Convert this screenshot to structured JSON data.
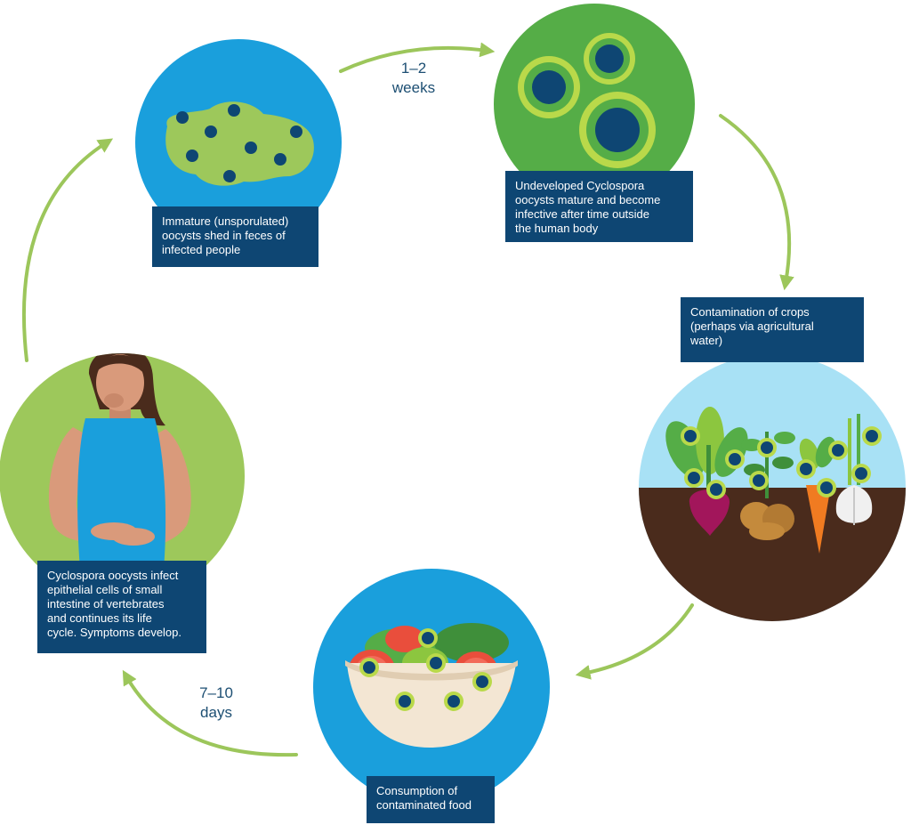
{
  "colors": {
    "cycle_arrow": "#9cc65b",
    "label_bg": "#0e4673",
    "label_text": "#ffffff",
    "duration_text": "#1d4f73",
    "blue_circle": "#1a9fdc",
    "green_circle": "#55ad47",
    "light_green_circle": "#9dc85b",
    "light_blue_circle": "#a8e1f5",
    "oocyst_dot": "#0e4673",
    "soil": "#4a2b1c"
  },
  "stages": {
    "shed": {
      "label": "Immature (unsporulated)\noocysts shed in feces of\ninfected people",
      "icon": "feces-oocysts-icon"
    },
    "mature": {
      "label": "Undeveloped Cyclospora\noocysts mature and become\ninfective after time outside\nthe human body",
      "icon": "sporulated-oocysts-icon"
    },
    "crops": {
      "label": "Contamination of crops\n(perhaps via agricultural\nwater)",
      "icon": "vegetables-in-soil-icon"
    },
    "food": {
      "label": "Consumption of\ncontaminated food",
      "icon": "salad-bowl-icon"
    },
    "infection": {
      "label": "Cyclospora oocysts infect\nepithelial cells of small\nintestine of vertebrates\nand continues its life\ncycle. Symptoms develop.",
      "icon": "sick-woman-icon"
    }
  },
  "durations": {
    "maturation": "1–2\nweeks",
    "incubation": "7–10\ndays"
  }
}
